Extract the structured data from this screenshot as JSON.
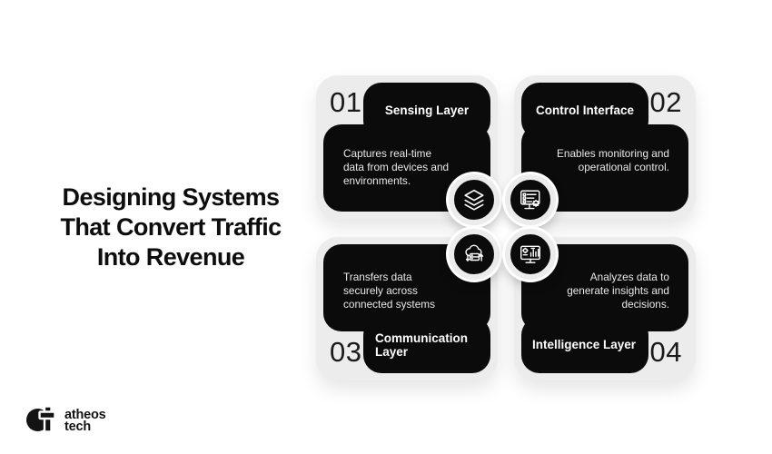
{
  "title": {
    "line1": "Designing Systems",
    "line2": "That Convert Traffic",
    "line3": "Into Revenue"
  },
  "cards": [
    {
      "number": "01",
      "title": "Sensing Layer",
      "description": "Captures real-time data from devices and environments.",
      "icon": "layers-icon"
    },
    {
      "number": "02",
      "title": "Control Interface",
      "description": "Enables monitoring and operational control.",
      "icon": "monitor-settings-icon"
    },
    {
      "number": "03",
      "title": "Communication Layer",
      "description": "Transfers data securely across connected systems",
      "icon": "cloud-data-transfer-icon"
    },
    {
      "number": "04",
      "title": "Intelligence Layer",
      "description": "Analyzes data to generate insights and decisions.",
      "icon": "monitor-analytics-icon"
    }
  ],
  "logo": {
    "line1": "atheos",
    "line2": "tech"
  },
  "colors": {
    "page_bg": "#ffffff",
    "card_bg": "#ececec",
    "panel_black": "#0b0b0b",
    "title_text": "#0d0d0d",
    "card_body_text": "#e9e9e9",
    "number_text": "#1a1a1a"
  }
}
